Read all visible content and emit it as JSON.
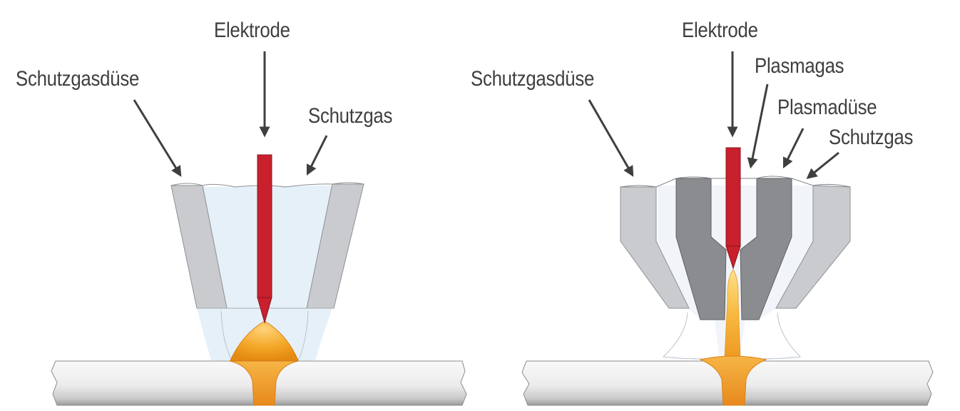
{
  "tig": {
    "labels": {
      "electrode": "Elektrode",
      "shield_nozzle": "Schutzgasdüse",
      "shield_gas": "Schutzgas"
    }
  },
  "plasma": {
    "labels": {
      "electrode": "Elektrode",
      "shield_nozzle": "Schutzgasdüse",
      "plasma_gas": "Plasmagas",
      "plasma_nozzle": "Plasmadüse",
      "shield_gas": "Schutzgas"
    }
  },
  "colors": {
    "label_text": "#3f3f3f",
    "arrow": "#3f3f3f",
    "electrode_red": "#c8202d",
    "shield_nozzle_gray": "#c9cbce",
    "plasma_nozzle_gray": "#8a8c8f",
    "arc_orange": "#f0a020",
    "gas_blue": "#e3eef8",
    "workpiece": "#eeeeee"
  }
}
